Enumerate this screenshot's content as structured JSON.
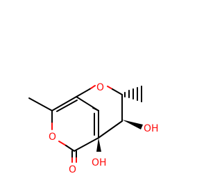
{
  "colors": {
    "bond": "#000000",
    "oxygen": "#ff0d0d",
    "background": "#ffffff"
  },
  "atoms": {
    "ring_o1": "O",
    "ring_o2": "O",
    "carbonyl_o": "O",
    "oh_upper": "OH",
    "oh_lower": "OH"
  }
}
